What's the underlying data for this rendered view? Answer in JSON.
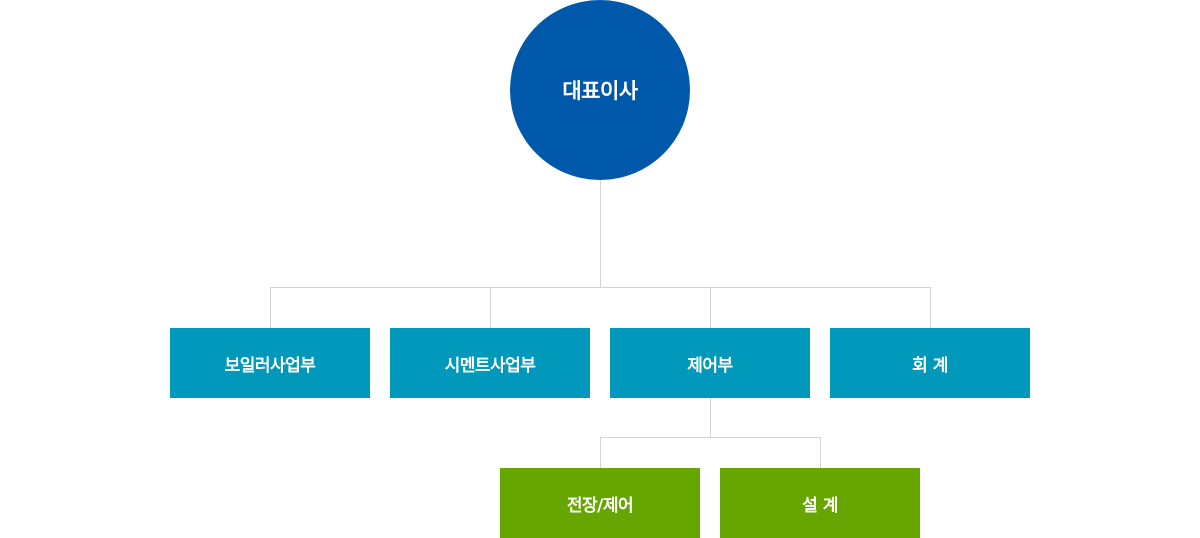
{
  "colors": {
    "ceo": "#0058ab",
    "department": "#0099bb",
    "team": "#67a500",
    "connector": "#d2d2d2"
  },
  "org": {
    "ceo": "대표이사",
    "departments": [
      {
        "label": "보일러사업부"
      },
      {
        "label": "시멘트사업부"
      },
      {
        "label": "제어부",
        "teams": [
          "전장/제어",
          "설 계"
        ]
      },
      {
        "label": "회 계"
      }
    ]
  }
}
